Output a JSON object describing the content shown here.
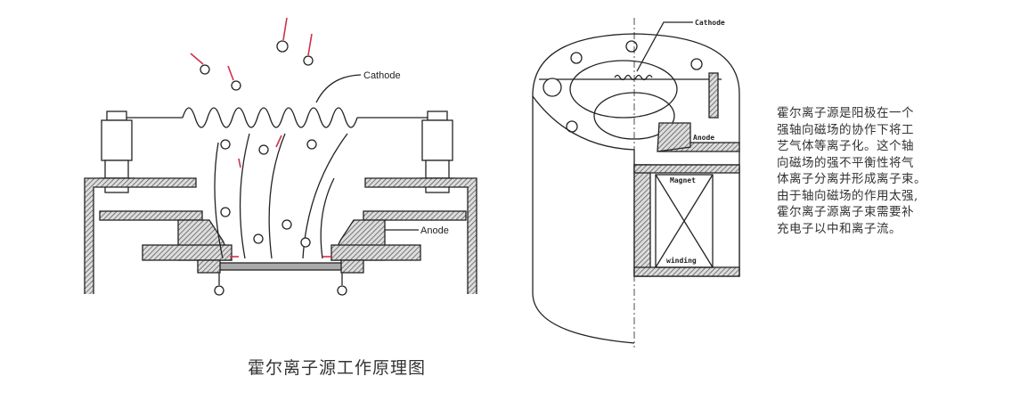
{
  "left_diagram": {
    "cathode_label": "Cathode",
    "anode_label": "Anode"
  },
  "right_diagram": {
    "cathode_label": "Cathode",
    "anode_label": "Anode",
    "magnet_label": "Magnet",
    "winding_label": "winding"
  },
  "description_lines": [
    "霍尔离子源是阳极在一个",
    "强轴向磁场的协作下将工",
    "艺气体等离子化。这个轴",
    "向磁场的强不平衡性将气",
    "体离子分离并形成离子束。",
    "由于轴向磁场的作用太强,",
    "霍尔离子源离子束需要补",
    "充电子以中和离子流。"
  ],
  "caption": "霍尔离子源工作原理图",
  "colors": {
    "ion_arrow": "#d0304a",
    "line": "#222222",
    "hatch": "#555555"
  }
}
